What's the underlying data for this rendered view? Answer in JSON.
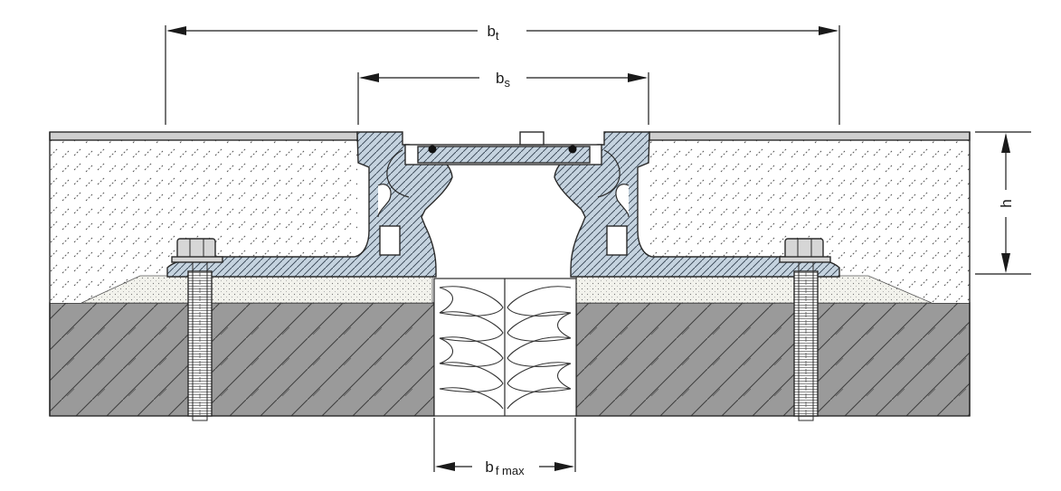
{
  "dimensions": {
    "bt": {
      "main": "b",
      "sub": "t"
    },
    "bs": {
      "main": "b",
      "sub": "s"
    },
    "h": {
      "main": "h"
    },
    "bfmax": {
      "main": "b",
      "sub": "f max"
    }
  },
  "colors": {
    "profile_fill": "#c5d3df",
    "concrete_fill": "#9a9a9a",
    "screed_fill": "#ffffff",
    "mortar_fill": "#f2f2ec",
    "top_strip": "#cfcfcf",
    "line": "#1a1a1a"
  }
}
